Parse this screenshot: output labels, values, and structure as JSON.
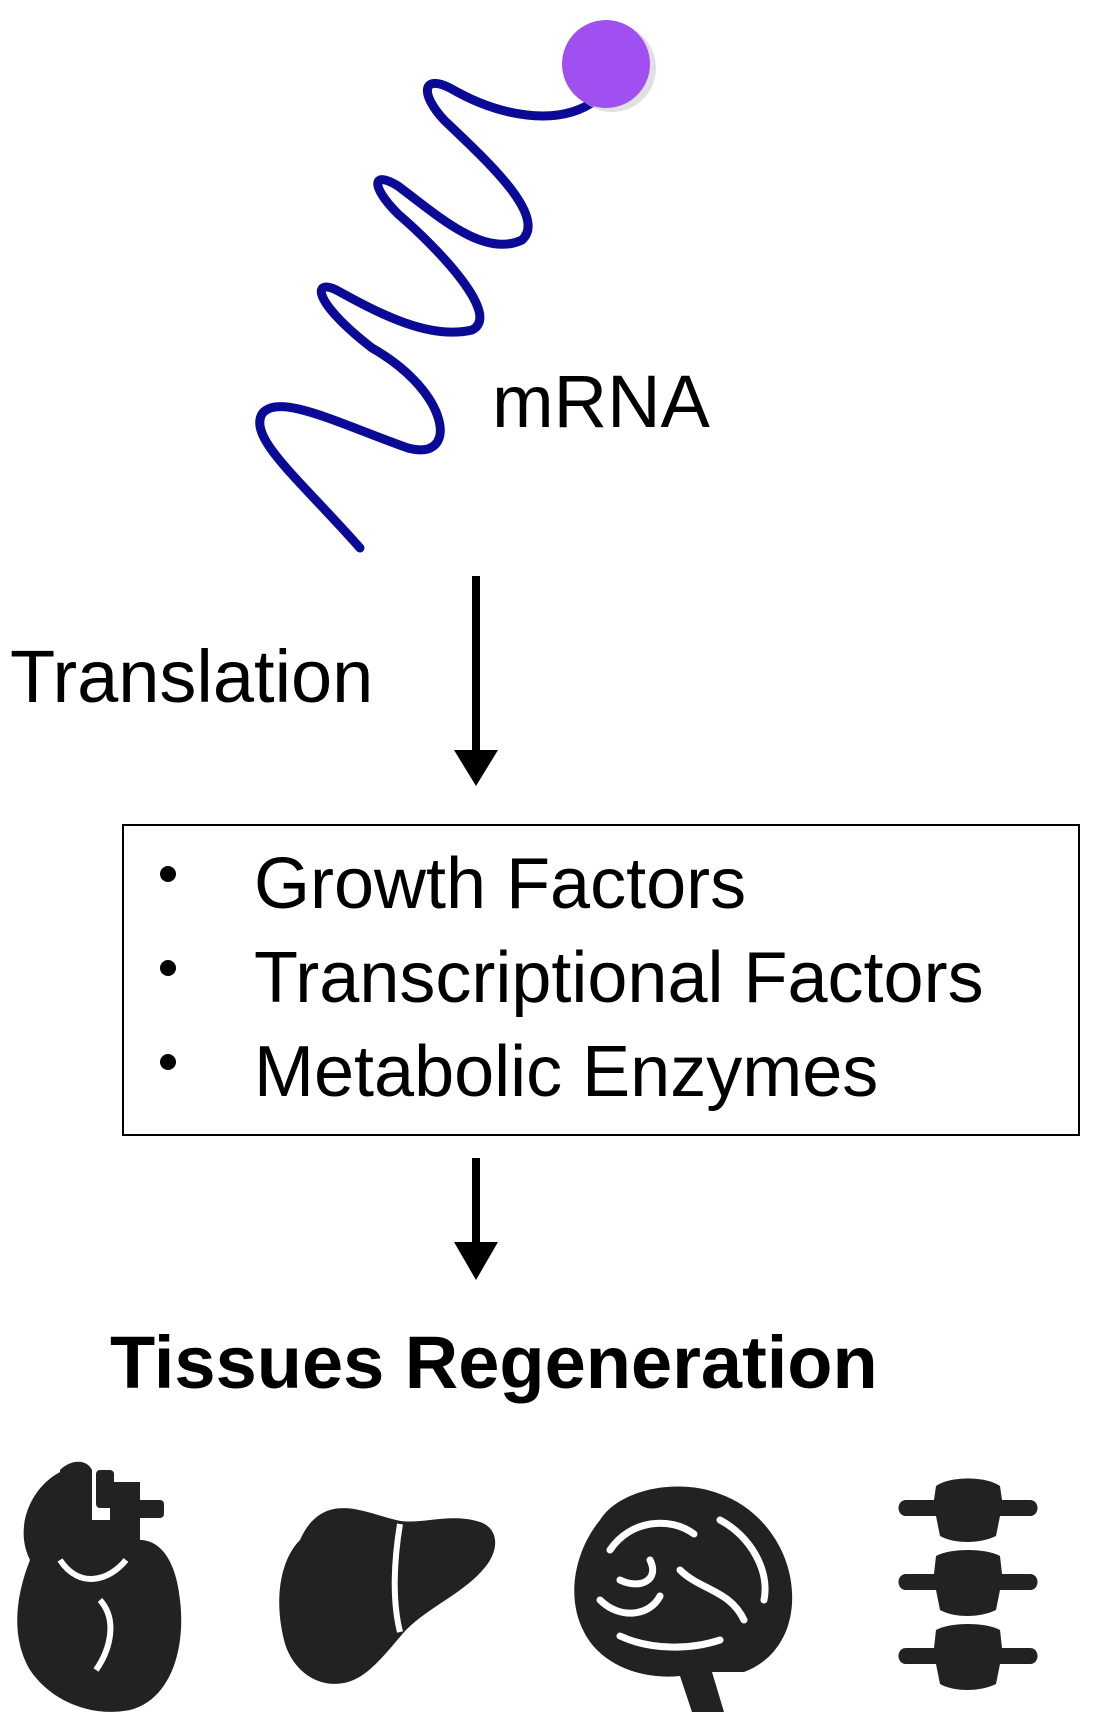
{
  "diagram": {
    "mrna_label": "mRNA",
    "translation_label": "Translation",
    "factors": [
      "Growth Factors",
      "Transcriptional Factors",
      "Metabolic Enzymes"
    ],
    "outcome_label": "Tissues Regeneration",
    "colors": {
      "mrna_strand": "#0a0a96",
      "cap": "#a050f0",
      "icons": "#222222"
    },
    "icons": [
      "heart-icon",
      "liver-icon",
      "brain-icon",
      "spine-icon"
    ]
  }
}
